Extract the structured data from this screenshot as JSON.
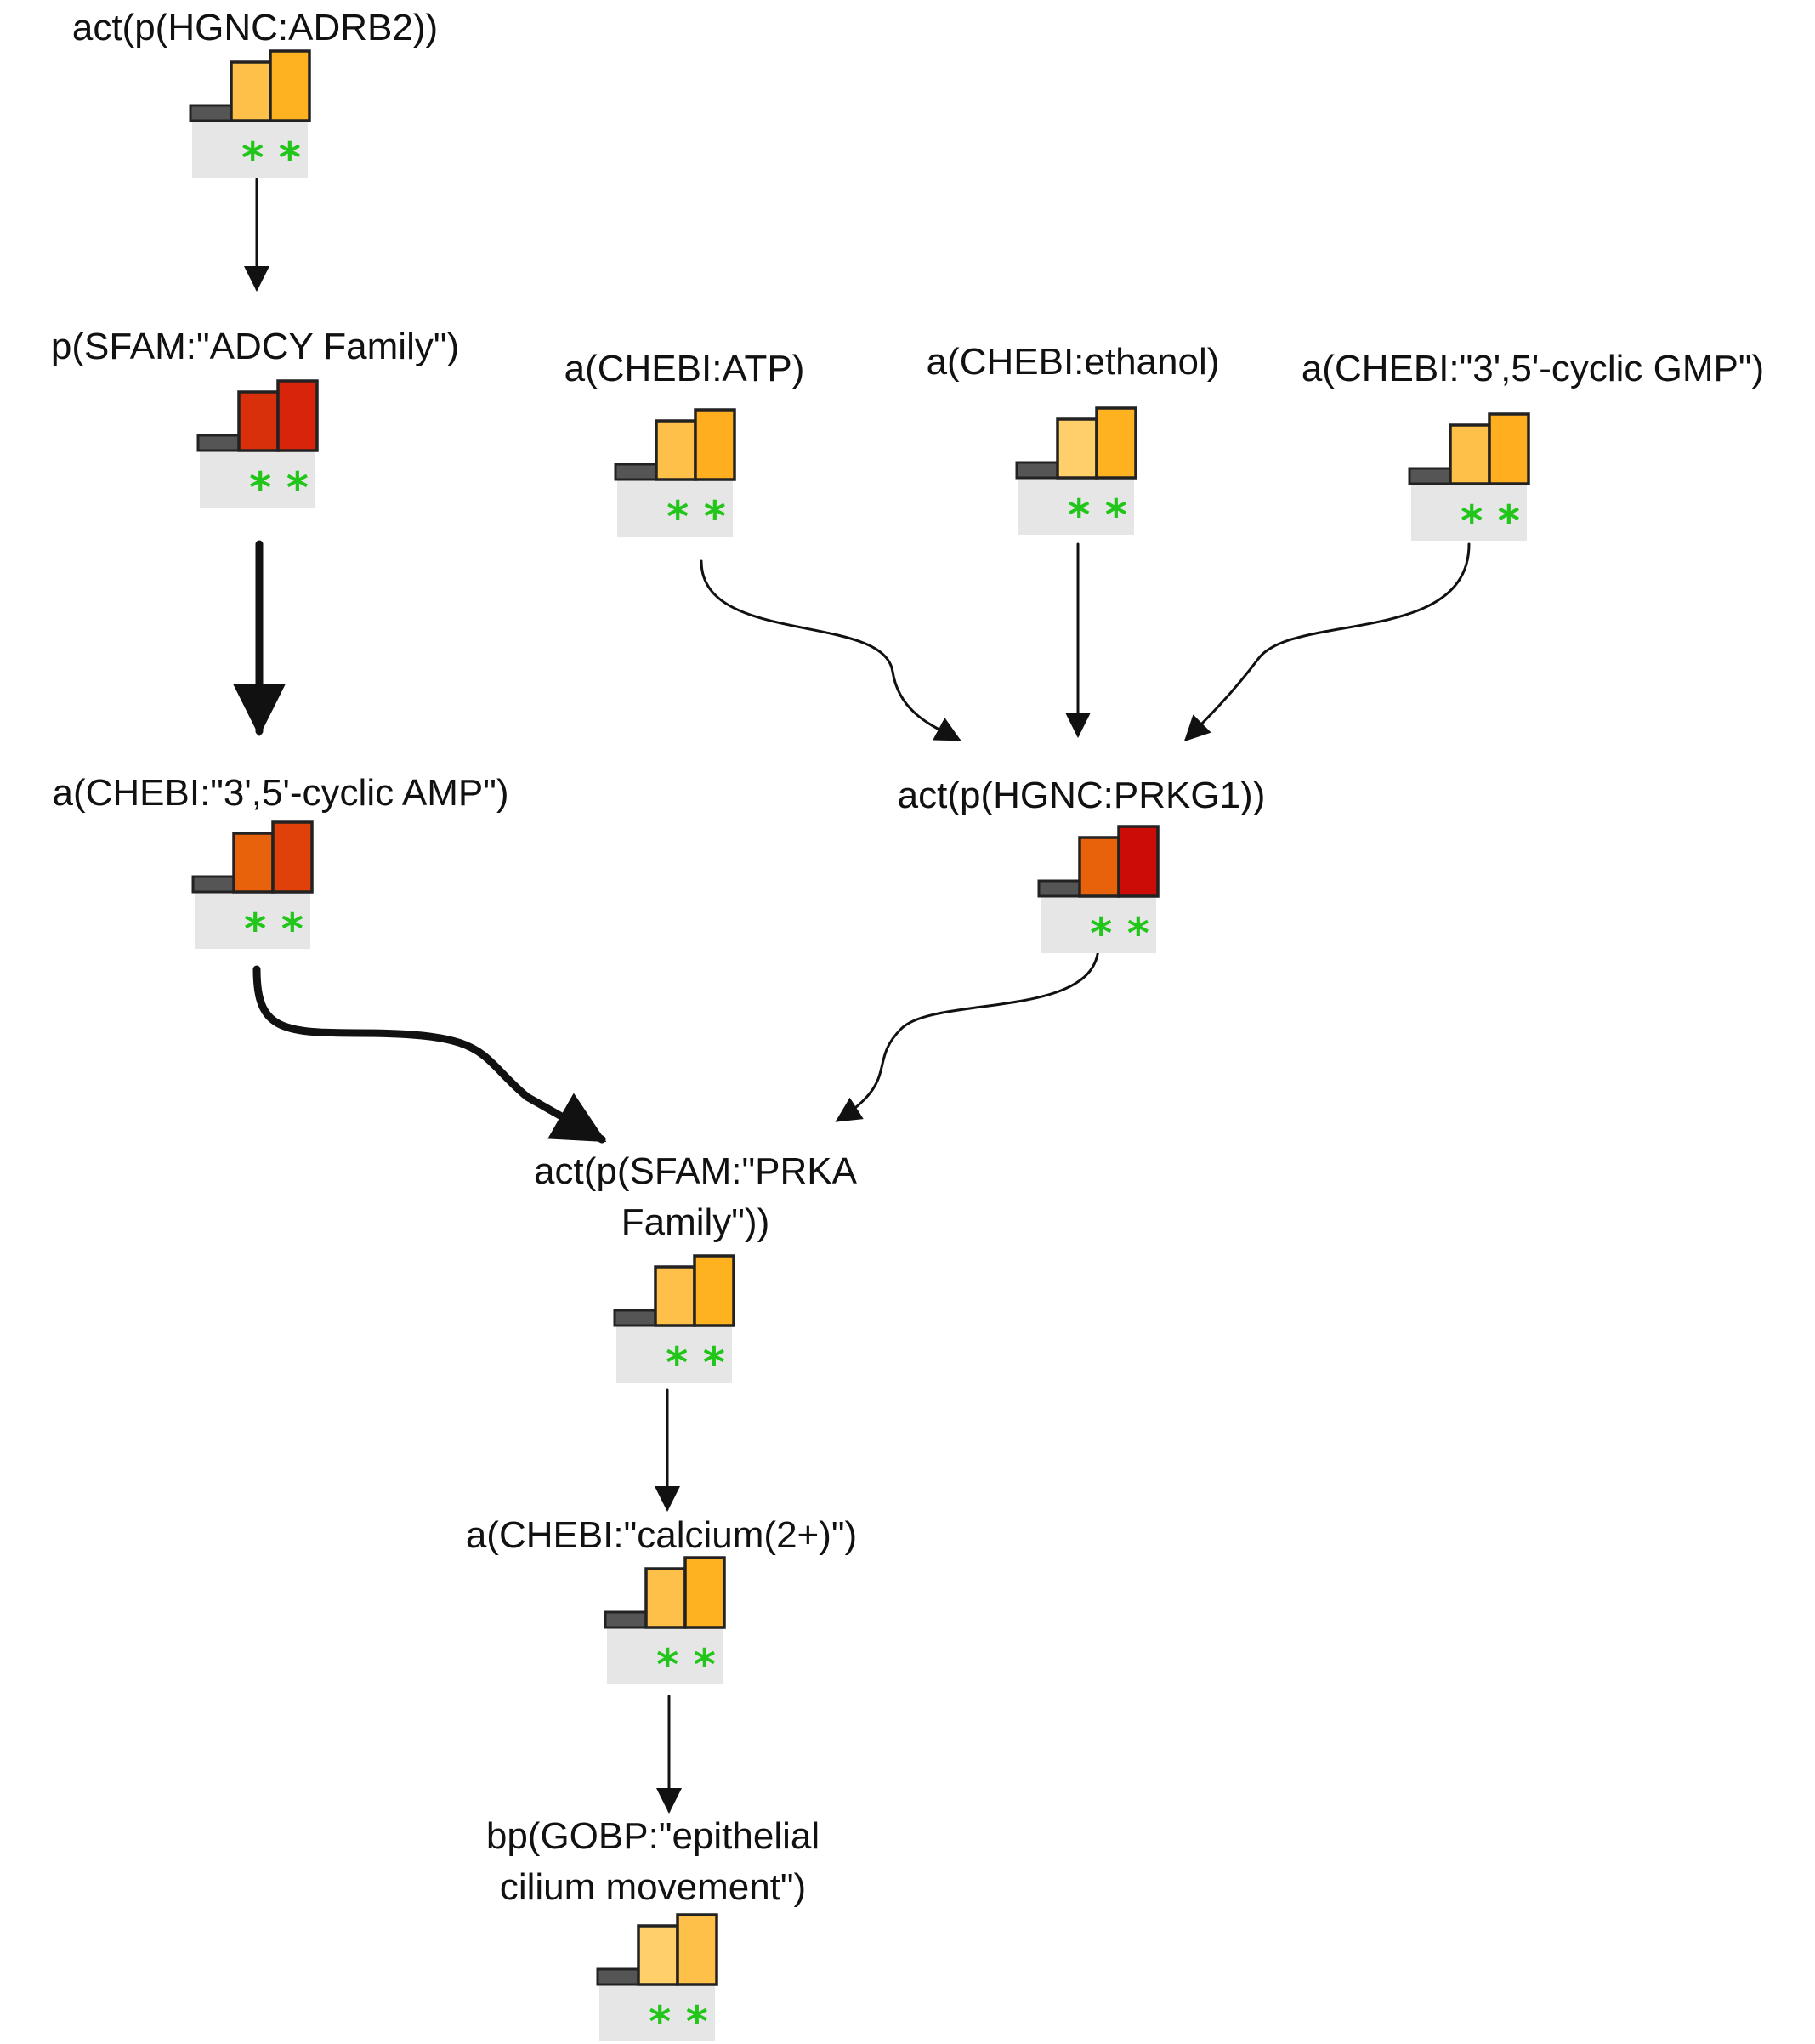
{
  "colors": {
    "baseline_bar": "#555555",
    "panel_bg": "#e6e6e6",
    "star": "#22c61a",
    "edge": "#111111",
    "light_orange": "#ffc04a",
    "pale_orange": "#ffcf6a",
    "orange": "#ffae1f",
    "dark_orange": "#e8620c",
    "red_orange": "#e0400a",
    "red": "#d8240a",
    "deep_red": "#cc0c06"
  },
  "nodes": [
    {
      "id": "adrb2",
      "label_lines": [
        "act(p(HGNC:ADRB2))"
      ],
      "bar_colors": [
        "#ffc04a",
        "#ffb21f"
      ],
      "stars": "* *"
    },
    {
      "id": "adcy",
      "label_lines": [
        "p(SFAM:\"ADCY Family\")"
      ],
      "bar_colors": [
        "#d8300a",
        "#d8240a"
      ],
      "stars": "* *"
    },
    {
      "id": "atp",
      "label_lines": [
        "a(CHEBI:ATP)"
      ],
      "bar_colors": [
        "#ffc04a",
        "#ffae1f"
      ],
      "stars": "* *"
    },
    {
      "id": "ethanol",
      "label_lines": [
        "a(CHEBI:ethanol)"
      ],
      "bar_colors": [
        "#ffcf6a",
        "#ffb21f"
      ],
      "stars": "* *"
    },
    {
      "id": "cgmp",
      "label_lines": [
        "a(CHEBI:\"3',5'-cyclic GMP\")"
      ],
      "bar_colors": [
        "#ffc04a",
        "#ffae1f"
      ],
      "stars": "* *"
    },
    {
      "id": "camp",
      "label_lines": [
        "a(CHEBI:\"3',5'-cyclic AMP\")"
      ],
      "bar_colors": [
        "#e8620c",
        "#e0400a"
      ],
      "stars": "* *"
    },
    {
      "id": "prkg1",
      "label_lines": [
        "act(p(HGNC:PRKG1))"
      ],
      "bar_colors": [
        "#e8620c",
        "#cc0c06"
      ],
      "stars": "* *"
    },
    {
      "id": "prka",
      "label_lines": [
        "act(p(SFAM:\"PRKA",
        "Family\"))"
      ],
      "bar_colors": [
        "#ffc04a",
        "#ffb21f"
      ],
      "stars": "* *"
    },
    {
      "id": "calcium",
      "label_lines": [
        "a(CHEBI:\"calcium(2+)\")"
      ],
      "bar_colors": [
        "#ffc04a",
        "#ffb21f"
      ],
      "stars": "* *"
    },
    {
      "id": "cilium",
      "label_lines": [
        "bp(GOBP:\"epithelial",
        "cilium movement\")"
      ],
      "bar_colors": [
        "#ffcf6a",
        "#ffc04a"
      ],
      "stars": "* *"
    }
  ],
  "edges": [
    {
      "from": "adrb2",
      "to": "adcy",
      "weight": "normal"
    },
    {
      "from": "adcy",
      "to": "camp",
      "weight": "heavy"
    },
    {
      "from": "atp",
      "to": "prkg1",
      "weight": "normal"
    },
    {
      "from": "ethanol",
      "to": "prkg1",
      "weight": "normal"
    },
    {
      "from": "cgmp",
      "to": "prkg1",
      "weight": "normal"
    },
    {
      "from": "camp",
      "to": "prka",
      "weight": "heavy"
    },
    {
      "from": "prkg1",
      "to": "prka",
      "weight": "normal"
    },
    {
      "from": "prka",
      "to": "calcium",
      "weight": "normal"
    },
    {
      "from": "calcium",
      "to": "cilium",
      "weight": "normal"
    }
  ]
}
